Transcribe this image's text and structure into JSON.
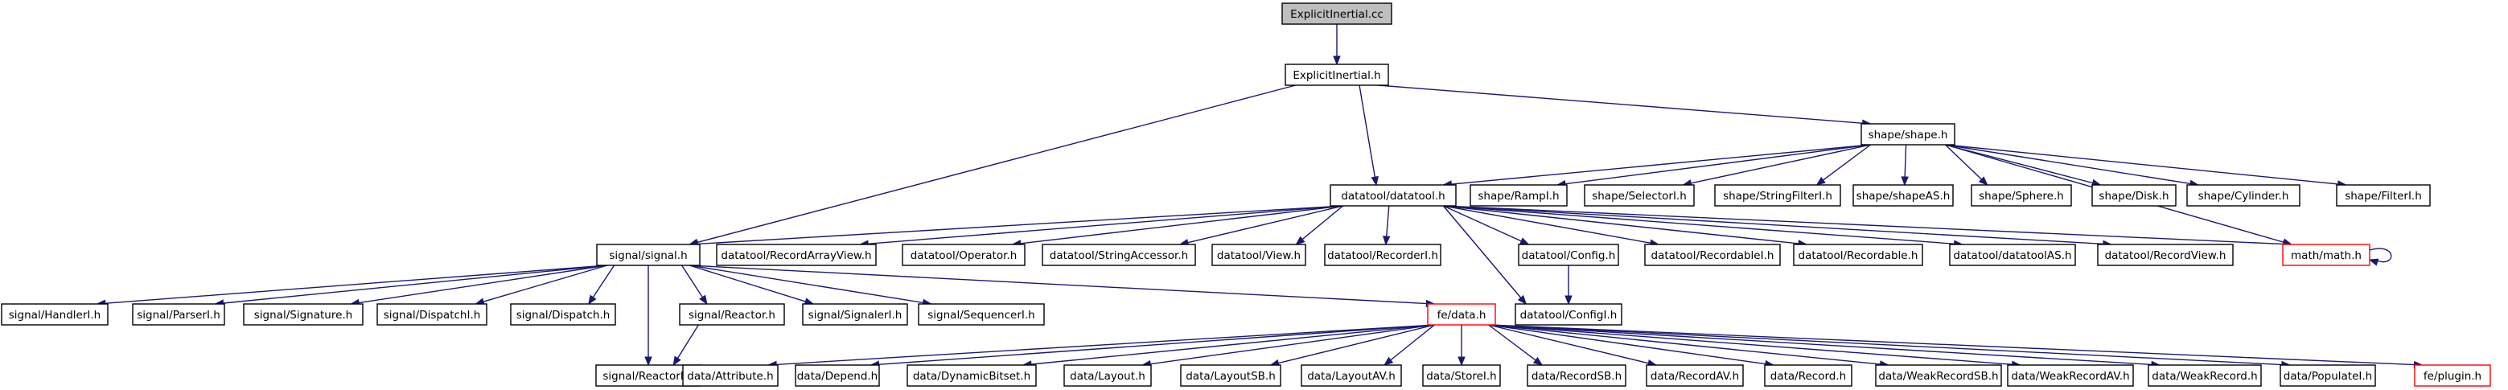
{
  "graph": {
    "title": "ExplicitInertial.cc include dependency graph",
    "colors": {
      "edge": "#191970",
      "border": "#000000",
      "incomplete_border": "#ff0000",
      "root_fill": "#bfbfbf"
    },
    "nodes": [
      {
        "id": "root",
        "label": "ExplicitInertial.cc",
        "style": "root"
      },
      {
        "id": "eih",
        "label": "ExplicitInertial.h"
      },
      {
        "id": "shape",
        "label": "shape/shape.h"
      },
      {
        "id": "datatool",
        "label": "datatool/datatool.h"
      },
      {
        "id": "rampi",
        "label": "shape/RampI.h"
      },
      {
        "id": "selectori",
        "label": "shape/SelectorI.h"
      },
      {
        "id": "stringfilteri",
        "label": "shape/StringFilterI.h"
      },
      {
        "id": "shapeas",
        "label": "shape/shapeAS.h"
      },
      {
        "id": "sphere",
        "label": "shape/Sphere.h"
      },
      {
        "id": "disk",
        "label": "shape/Disk.h"
      },
      {
        "id": "cylinder",
        "label": "shape/Cylinder.h"
      },
      {
        "id": "filteri",
        "label": "shape/FilterI.h"
      },
      {
        "id": "signal",
        "label": "signal/signal.h"
      },
      {
        "id": "recordarrayview",
        "label": "datatool/RecordArrayView.h"
      },
      {
        "id": "operator",
        "label": "datatool/Operator.h"
      },
      {
        "id": "stringaccessor",
        "label": "datatool/StringAccessor.h"
      },
      {
        "id": "view",
        "label": "datatool/View.h"
      },
      {
        "id": "recorderi",
        "label": "datatool/RecorderI.h"
      },
      {
        "id": "config",
        "label": "datatool/Config.h"
      },
      {
        "id": "recordablei",
        "label": "datatool/RecordableI.h"
      },
      {
        "id": "recordable",
        "label": "datatool/Recordable.h"
      },
      {
        "id": "datatoolas",
        "label": "datatool/datatoolAS.h"
      },
      {
        "id": "recordview",
        "label": "datatool/RecordView.h"
      },
      {
        "id": "math",
        "label": "math/math.h",
        "style": "incomplete"
      },
      {
        "id": "handleri",
        "label": "signal/HandlerI.h"
      },
      {
        "id": "parseri",
        "label": "signal/ParserI.h"
      },
      {
        "id": "signature",
        "label": "signal/Signature.h"
      },
      {
        "id": "dispatchi",
        "label": "signal/DispatchI.h"
      },
      {
        "id": "dispatch",
        "label": "signal/Dispatch.h"
      },
      {
        "id": "reactor",
        "label": "signal/Reactor.h"
      },
      {
        "id": "signaleri",
        "label": "signal/SignalerI.h"
      },
      {
        "id": "sequenceri",
        "label": "signal/SequencerI.h"
      },
      {
        "id": "fedata",
        "label": "fe/data.h",
        "style": "incomplete"
      },
      {
        "id": "configi",
        "label": "datatool/ConfigI.h"
      },
      {
        "id": "reactori",
        "label": "signal/ReactorI.h"
      },
      {
        "id": "attribute",
        "label": "data/Attribute.h"
      },
      {
        "id": "depend",
        "label": "data/Depend.h"
      },
      {
        "id": "dynamicbitset",
        "label": "data/DynamicBitset.h"
      },
      {
        "id": "layout",
        "label": "data/Layout.h"
      },
      {
        "id": "layoutsb",
        "label": "data/LayoutSB.h"
      },
      {
        "id": "layoutav",
        "label": "data/LayoutAV.h"
      },
      {
        "id": "storei",
        "label": "data/StoreI.h"
      },
      {
        "id": "recordsb",
        "label": "data/RecordSB.h"
      },
      {
        "id": "recordav",
        "label": "data/RecordAV.h"
      },
      {
        "id": "record",
        "label": "data/Record.h"
      },
      {
        "id": "weakrecordsb",
        "label": "data/WeakRecordSB.h"
      },
      {
        "id": "weakrecordav",
        "label": "data/WeakRecordAV.h"
      },
      {
        "id": "weakrecord",
        "label": "data/WeakRecord.h"
      },
      {
        "id": "populatei",
        "label": "data/PopulateI.h"
      },
      {
        "id": "plugin",
        "label": "fe/plugin.h",
        "style": "incomplete"
      }
    ],
    "edges": [
      [
        "root",
        "eih"
      ],
      [
        "eih",
        "shape"
      ],
      [
        "eih",
        "datatool"
      ],
      [
        "eih",
        "signal"
      ],
      [
        "shape",
        "datatool"
      ],
      [
        "shape",
        "rampi"
      ],
      [
        "shape",
        "selectori"
      ],
      [
        "shape",
        "stringfilteri"
      ],
      [
        "shape",
        "shapeas"
      ],
      [
        "shape",
        "sphere"
      ],
      [
        "shape",
        "disk"
      ],
      [
        "shape",
        "cylinder"
      ],
      [
        "shape",
        "filteri"
      ],
      [
        "shape",
        "math"
      ],
      [
        "datatool",
        "signal"
      ],
      [
        "datatool",
        "recordarrayview"
      ],
      [
        "datatool",
        "operator"
      ],
      [
        "datatool",
        "stringaccessor"
      ],
      [
        "datatool",
        "view"
      ],
      [
        "datatool",
        "recorderi"
      ],
      [
        "datatool",
        "config"
      ],
      [
        "datatool",
        "recordablei"
      ],
      [
        "datatool",
        "recordable"
      ],
      [
        "datatool",
        "datatoolas"
      ],
      [
        "datatool",
        "recordview"
      ],
      [
        "datatool",
        "math"
      ],
      [
        "datatool",
        "configi"
      ],
      [
        "math",
        "math"
      ],
      [
        "config",
        "configi"
      ],
      [
        "signal",
        "handleri"
      ],
      [
        "signal",
        "parseri"
      ],
      [
        "signal",
        "signature"
      ],
      [
        "signal",
        "dispatchi"
      ],
      [
        "signal",
        "dispatch"
      ],
      [
        "signal",
        "reactor"
      ],
      [
        "signal",
        "signaleri"
      ],
      [
        "signal",
        "sequenceri"
      ],
      [
        "signal",
        "fedata"
      ],
      [
        "signal",
        "reactori"
      ],
      [
        "reactor",
        "reactori"
      ],
      [
        "fedata",
        "attribute"
      ],
      [
        "fedata",
        "depend"
      ],
      [
        "fedata",
        "dynamicbitset"
      ],
      [
        "fedata",
        "layout"
      ],
      [
        "fedata",
        "layoutsb"
      ],
      [
        "fedata",
        "layoutav"
      ],
      [
        "fedata",
        "storei"
      ],
      [
        "fedata",
        "recordsb"
      ],
      [
        "fedata",
        "recordav"
      ],
      [
        "fedata",
        "record"
      ],
      [
        "fedata",
        "weakrecordsb"
      ],
      [
        "fedata",
        "weakrecordav"
      ],
      [
        "fedata",
        "weakrecord"
      ],
      [
        "fedata",
        "populatei"
      ],
      [
        "fedata",
        "plugin"
      ]
    ]
  }
}
